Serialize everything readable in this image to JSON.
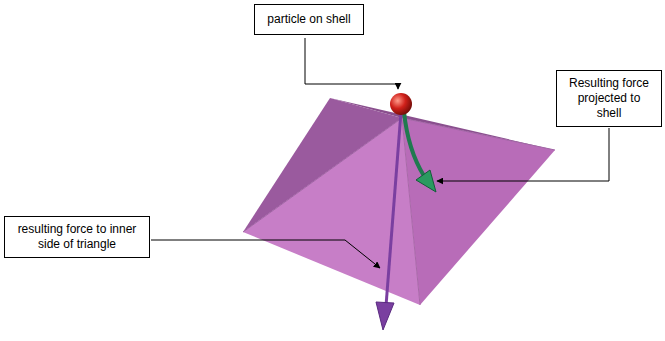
{
  "diagram": {
    "nodes": [
      {
        "text": [
          "particle on shell"
        ]
      },
      {
        "text": [
          "Resulting force projected to shell"
        ]
      },
      {
        "text": [
          "resulting force to inner side of triangle"
        ]
      }
    ]
  }
}
